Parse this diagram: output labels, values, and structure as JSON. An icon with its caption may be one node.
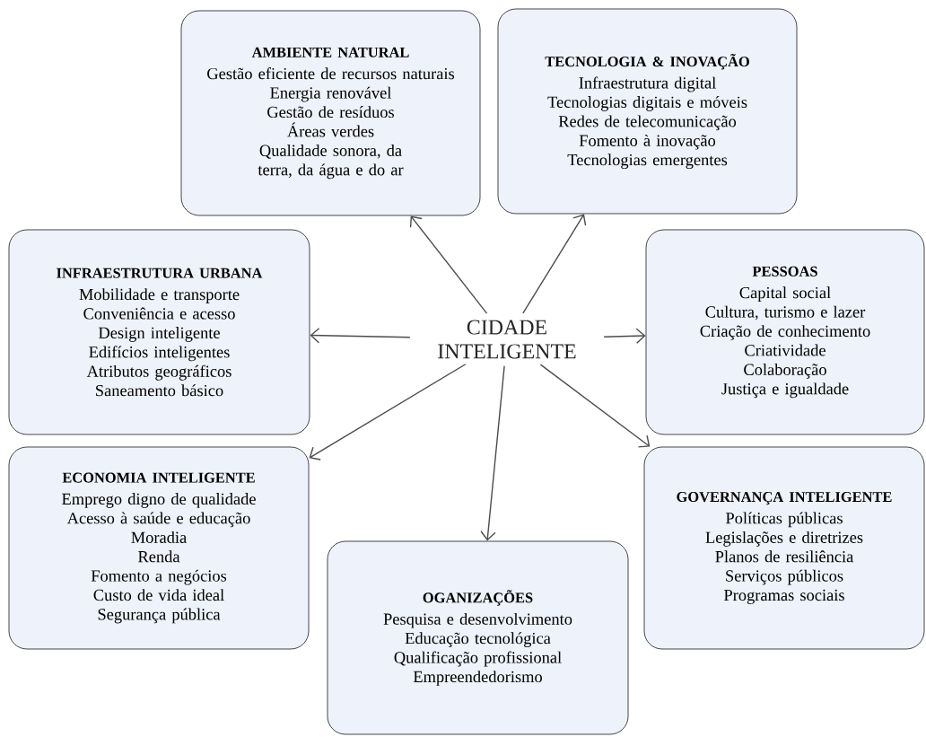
{
  "diagram": {
    "nodes": [
      {
        "text": [
          "AMBIENTE NATURAL",
          "Gestão eficiente de recursos naturais",
          "Energia renovável",
          "Gestão de resíduos",
          "Áreas verdes",
          "Qualidade sonora, da terra, da água e do ar"
        ]
      },
      {
        "text": [
          "TECNOLOGIA & INOVAÇÃO",
          "Infraestrutura digital",
          "Tecnologias digitais e móveis",
          "Redes de telecomunicação",
          "Fomento à inovação",
          "Tecnologias emergentes"
        ]
      },
      {
        "text": [
          "INFRAESTRUTURA URBANA",
          "Mobilidade e transporte",
          "Conveniência e acesso",
          "Design inteligente",
          "Edifícios inteligentes",
          "Atributos geográficos",
          "Saneamento básico"
        ]
      },
      {
        "text": [
          "CIDADE INTELIGENTE"
        ]
      },
      {
        "text": [
          "PESSOAS",
          "Capital social",
          "Cultura, turismo e lazer",
          "Criação de conhecimento",
          "Criatividade",
          "Colaboração",
          "Justiça e igualdade"
        ]
      },
      {
        "text": [
          "ECONOMIA INTELIGENTE",
          "Emprego digno de qualidade",
          "Acesso à saúde e educação",
          "Moradia",
          "Renda",
          "Fomento a negócios",
          "Custo de vida ideal",
          "Segurança pública"
        ]
      },
      {
        "text": [
          "GOVERNANÇA INTELIGENTE",
          "Políticas públicas",
          "Legislações e diretrizes",
          "Planos de resiliência",
          "Serviços públicos",
          "Programas sociais"
        ]
      },
      {
        "text": [
          "OGANIZAÇÕES",
          "Pesquisa e desenvolvimento",
          "Educação tecnológica",
          "Qualificação profissional",
          "Empreendedorismo"
        ]
      }
    ],
    "edges": [
      {
        "from": 3,
        "to": 0,
        "arrow": "to"
      },
      {
        "from": 3,
        "to": 1,
        "arrow": "to"
      },
      {
        "from": 3,
        "to": 2,
        "arrow": "to"
      },
      {
        "from": 3,
        "to": 4,
        "arrow": "to"
      },
      {
        "from": 3,
        "to": 5,
        "arrow": "to"
      },
      {
        "from": 3,
        "to": 7,
        "arrow": "to"
      },
      {
        "from": 3,
        "to": 6,
        "arrow": "to"
      }
    ]
  }
}
